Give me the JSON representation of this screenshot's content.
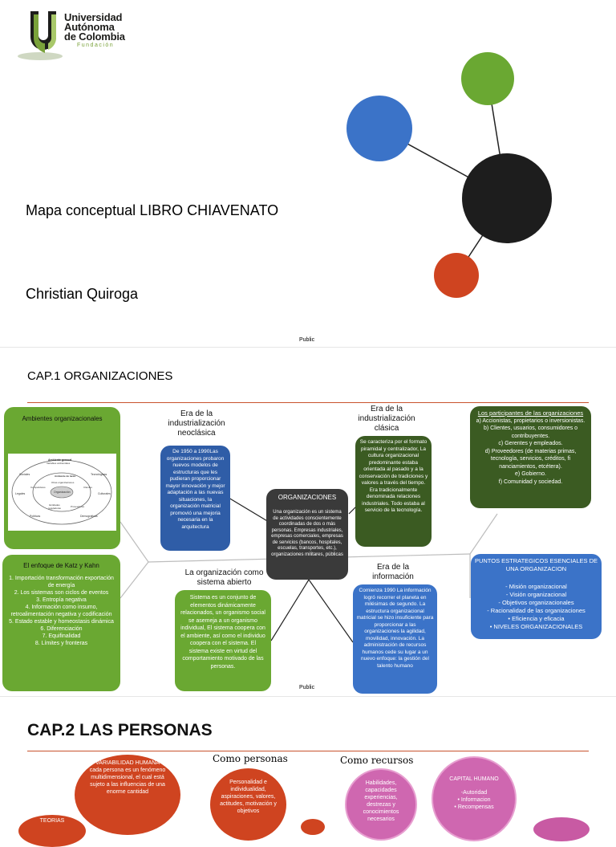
{
  "logo": {
    "line1": "Universidad",
    "line2": "Autónoma",
    "line3": "de Colombia",
    "sub": "Fundación"
  },
  "slide1": {
    "title": "Mapa conceptual LIBRO CHIAVENATO",
    "author": "Christian Quiroga",
    "footer": "Public",
    "colors": {
      "blue": "#3b73c8",
      "green": "#6aa832",
      "black": "#1d1d1d",
      "red": "#cf4420"
    }
  },
  "slide2": {
    "title": "CAP.1 ORGANIZACIONES",
    "footer": "Public",
    "ambientes": {
      "title": "Ambientes organizacionales",
      "diagram": {
        "outer": "Ambiente general",
        "outer_sub": "Variables ambientales",
        "inner": "Ambiente de tarea",
        "inner_sub": "Otras organizaciones",
        "center": "Organización",
        "labels": [
          "Sociales",
          "Tecnológicas",
          "Legales",
          "Culturales",
          "Políticas",
          "Demográficas",
          "Competidores",
          "Clientes",
          "Entidades reguladoras",
          "Proveedores"
        ]
      }
    },
    "katz": {
      "title": "El enfoque de Katz y Kahn",
      "items": [
        "1. Importación transformación exportación de energía",
        "2. Los sistemas son ciclos de eventos",
        "3. Entropía negativa",
        "4. Información como insumo, retroalimentación negativa y codificación",
        "5. Estado estable y homeostasis dinámica",
        "6. Diferenciación",
        "7. Equifinalidad",
        "8. Límites y fronteras"
      ]
    },
    "neoclasica": {
      "label": "Era de la industrialización neoclásica",
      "text": "De 1950 a 1990Las organizaciones probaron nuevos modelos de estructuras que les pudieran proporcionar mayor innovación y mejor adaptación a las nuevas situaciones, la organización matricial promovió una mejoria necesaria en la arquitectura"
    },
    "clasica": {
      "label": "Era de la industrialización clásica",
      "text": "Se caracteriza por el formato piramidal y centralizador, La cultura organizacional predominante estaba orientada al pasado y a la conservación de tradiciones y valores a través del tiempo. Era tradicionalmente denominada relaciones industriales. Todo estaba al servicio de la tecnología."
    },
    "center": {
      "title": "ORGANIZACIONES",
      "text": "Una organización es un sistema de actividades conscientemente coordinadas de dos o más personas. Empresas industriales, empresas comerciales, empresas de servicios (bancos, hospitales, escuelas, transportes, etc.), organizaciones militares, públicas"
    },
    "participantes": {
      "title": "Los participantes de las organizaciones",
      "items": [
        "a) Accionistas, propietarios o inversionistas.",
        "b) Clientes, usuarios, consumidores o contribuyentes.",
        "c) Gerentes y empleados.",
        "d) Proveedores (de materias primas, tecnología, servicios, créditos, fi nanciamientos, etcétera).",
        "e) Gobierno.",
        "f) Comunidad y sociedad."
      ]
    },
    "sistema_abierto": {
      "label": "La organización como sistema abierto",
      "text": "Sistema es un conjunto de elementos dinámicamente relacionados, un organismo social se asemeja a un organismo individual, El sistema coopera con el ambiente, así como el individuo coopera con el sistema. El sistema existe en virtud del comportamiento motivado de las personas."
    },
    "informacion": {
      "label": "Era de la información",
      "text": "Comienza 1990 La información logró recorrer el planeta en milésimas de segundo. La estructura organizacional matricial se hizo insuficiente para proporcionar a las organizaciones la agilidad, movilidad, innovación. La administración de recursos humanos cede su lugar a un nuevo enfoque: la gestión del talento humano"
    },
    "puntos": {
      "title": "PUNTOS ESTRATEGICOS ESENCIALES DE UNA ORGANIZACION",
      "items": [
        "- Misión organizacional",
        "- Visión organizacional",
        "- Objetivos organizacionales",
        "- Racionalidad de las organizaciones",
        "Eficiencia y eficacia",
        "NIVELES ORGANIZACIONALES"
      ]
    }
  },
  "slide3": {
    "title": "CAP.2 LAS PERSONAS",
    "como_personas": "Como personas",
    "como_recursos": "Como recursos",
    "variabilidad": {
      "title": "VARIABILIDAD HUMANA",
      "text": "cada persona es un fenómeno multidimensional, el cual está sujeto a las influencias de una enorme cantidad"
    },
    "personalidad": "Personalidad e individualidad, aspiraciones, valores, actitudes, motivación y objetivos",
    "habilidades": "Habilidades, capacidades experiencias, destrezas y conocimientos necesarios",
    "capital": {
      "title": "CAPITAL HUMANO",
      "items": [
        "-Autoridad",
        "Informacion",
        "Recompensas"
      ]
    },
    "teorias": "TEORIAS"
  }
}
